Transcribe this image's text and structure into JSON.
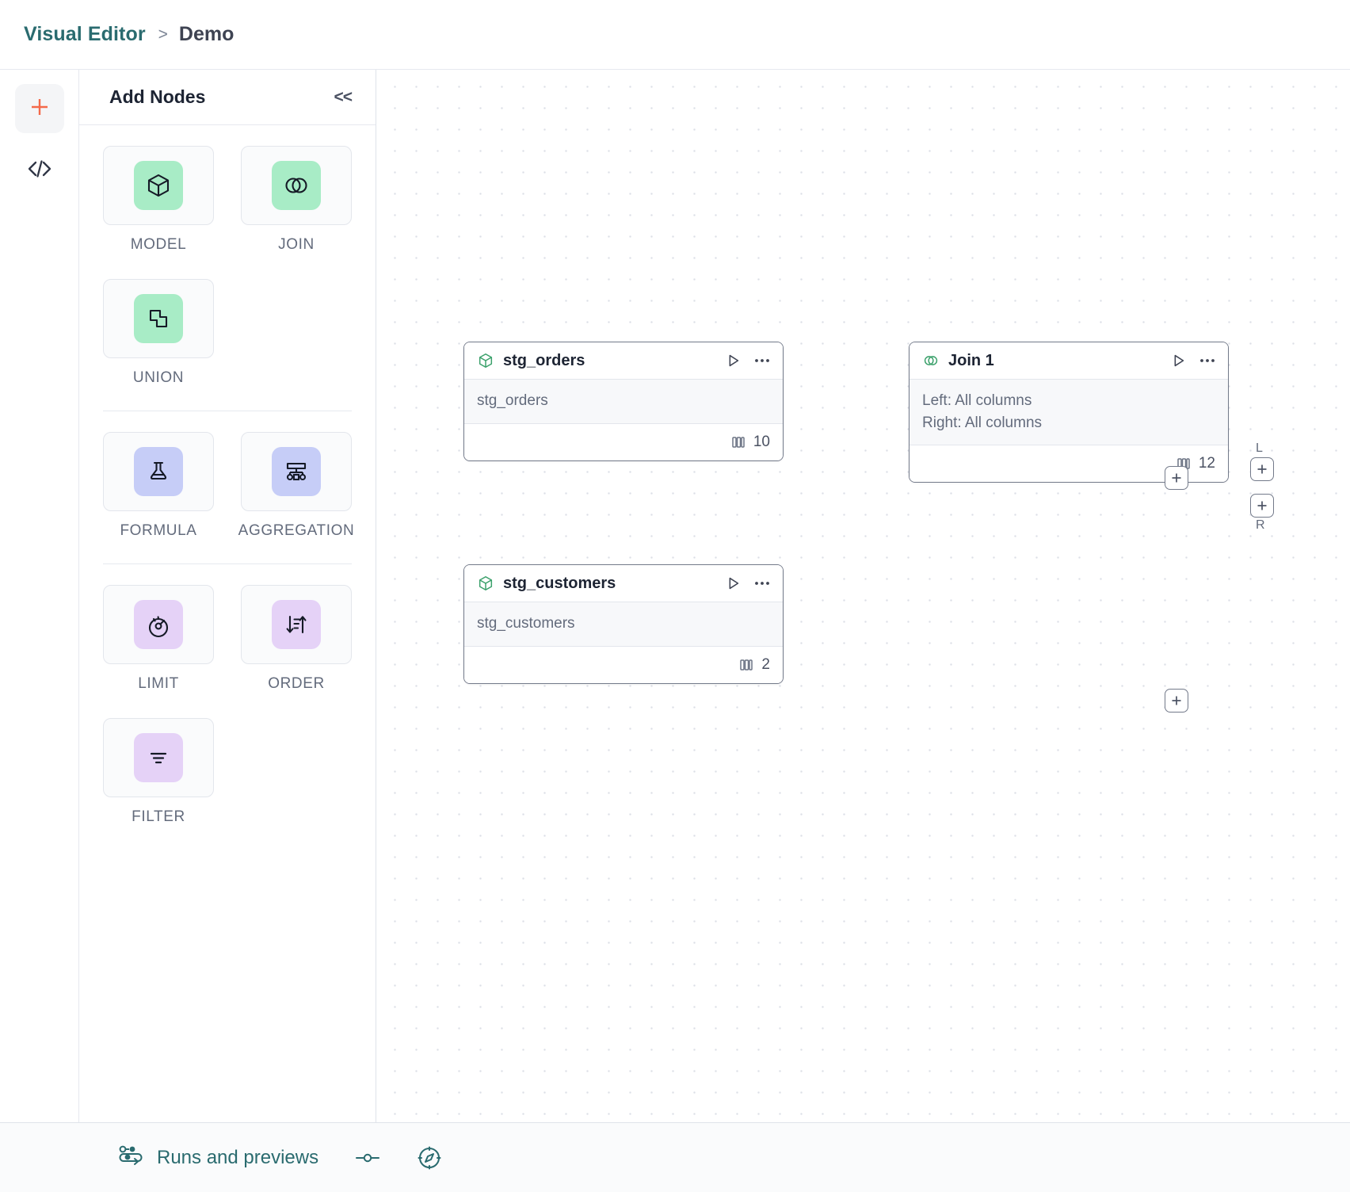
{
  "breadcrumb": {
    "root": "Visual Editor",
    "separator": ">",
    "leaf": "Demo"
  },
  "rail": {
    "add_icon": "plus-icon",
    "code_icon": "code-icon",
    "code_glyph": "</>"
  },
  "panel": {
    "title": "Add Nodes",
    "collapse_label": "<<",
    "groups": [
      {
        "items": [
          {
            "label": "MODEL",
            "icon": "cube-icon",
            "color": "#a8ecc6"
          },
          {
            "label": "JOIN",
            "icon": "venn-circles-icon",
            "color": "#a8ecc6"
          },
          {
            "label": "UNION",
            "icon": "union-shapes-icon",
            "color": "#a8ecc6"
          }
        ]
      },
      {
        "items": [
          {
            "label": "FORMULA",
            "icon": "flask-icon",
            "color": "#c6cdf7"
          },
          {
            "label": "AGGREGATION",
            "icon": "aggregation-tree-icon",
            "color": "#c6cdf7"
          }
        ]
      },
      {
        "items": [
          {
            "label": "LIMIT",
            "icon": "gauge-icon",
            "color": "#e5d2f7"
          },
          {
            "label": "ORDER",
            "icon": "sort-icon",
            "color": "#e5d2f7"
          },
          {
            "label": "FILTER",
            "icon": "filter-icon",
            "color": "#e5d2f7"
          }
        ]
      }
    ]
  },
  "canvas": {
    "nodes": [
      {
        "id": "stg_orders",
        "title": "stg_orders",
        "icon": "cube-icon",
        "body": [
          "stg_orders"
        ],
        "columns": "10",
        "run_icon": "play-icon",
        "menu_icon": "more-horizontal-icon",
        "columns_icon": "columns-icon"
      },
      {
        "id": "join_1",
        "title": "Join 1",
        "icon": "venn-circles-icon",
        "body": [
          "Left: All columns",
          "Right: All columns"
        ],
        "columns": "12",
        "run_icon": "play-icon",
        "menu_icon": "more-horizontal-icon",
        "columns_icon": "columns-icon"
      },
      {
        "id": "stg_customers",
        "title": "stg_customers",
        "icon": "cube-icon",
        "body": [
          "stg_customers"
        ],
        "columns": "2",
        "run_icon": "play-icon",
        "menu_icon": "more-horizontal-icon",
        "columns_icon": "columns-icon"
      }
    ],
    "ports": {
      "orders_out": "+",
      "join_left": "+",
      "join_left_tag": "L",
      "join_right": "+",
      "join_right_tag": "R",
      "join_out": "+",
      "customers_out": "+"
    }
  },
  "bottombar": {
    "runs_label": "Runs and previews",
    "runs_icon": "pipeline-icon",
    "toggle_icon": "slider-icon",
    "compass_icon": "compass-icon"
  },
  "colors": {
    "accent_teal": "#2a6b6f",
    "accent_orange": "#f4694a",
    "node_green": "#3aa06a",
    "icon_green_bg": "#a8ecc6",
    "icon_blue_bg": "#c6cdf7",
    "icon_lilac_bg": "#e5d2f7"
  }
}
